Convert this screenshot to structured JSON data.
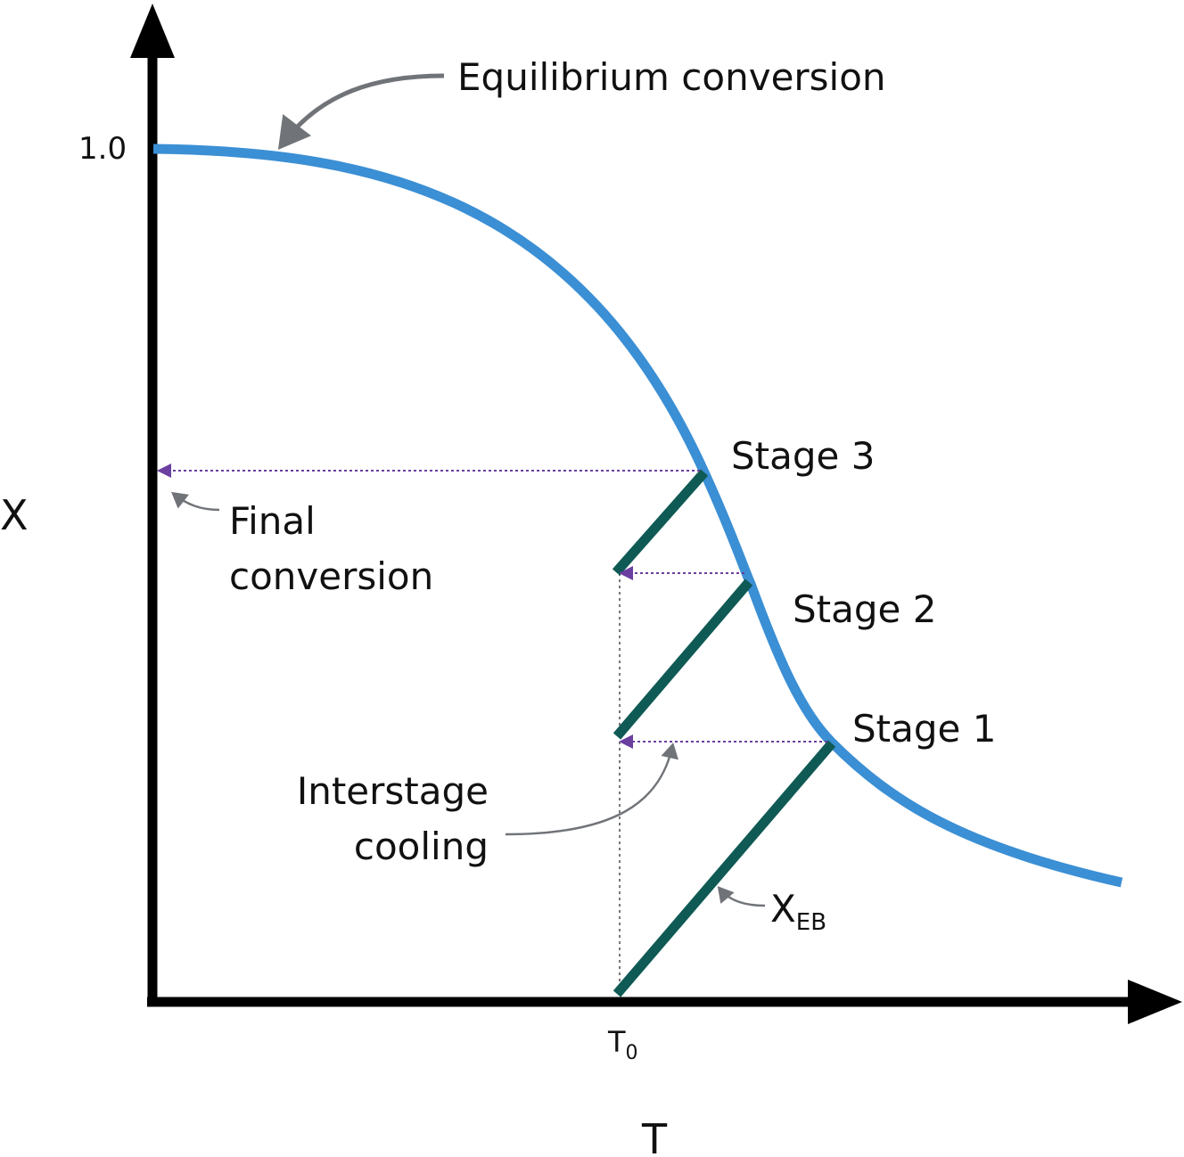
{
  "diagram": {
    "axes": {
      "y_label": "X",
      "x_label": "T",
      "y_tick": "1.0",
      "x_tick_base": "T",
      "x_tick_sub": "0"
    },
    "labels": {
      "equilibrium": "Equilibrium conversion",
      "final_line1": "Final",
      "final_line2": "conversion",
      "stage1": "Stage 1",
      "stage2": "Stage 2",
      "stage3": "Stage 3",
      "interstage_line1": "Interstage",
      "interstage_line2": "cooling",
      "xeb_base": "X",
      "xeb_sub": "EB"
    },
    "colors": {
      "axis": "#000000",
      "equilibrium_curve": "#3b8fd4",
      "stage_line": "#0f5a55",
      "cooling_arrow": "#6a3fa0",
      "pointer": "#707378",
      "guide": "#777777"
    }
  }
}
